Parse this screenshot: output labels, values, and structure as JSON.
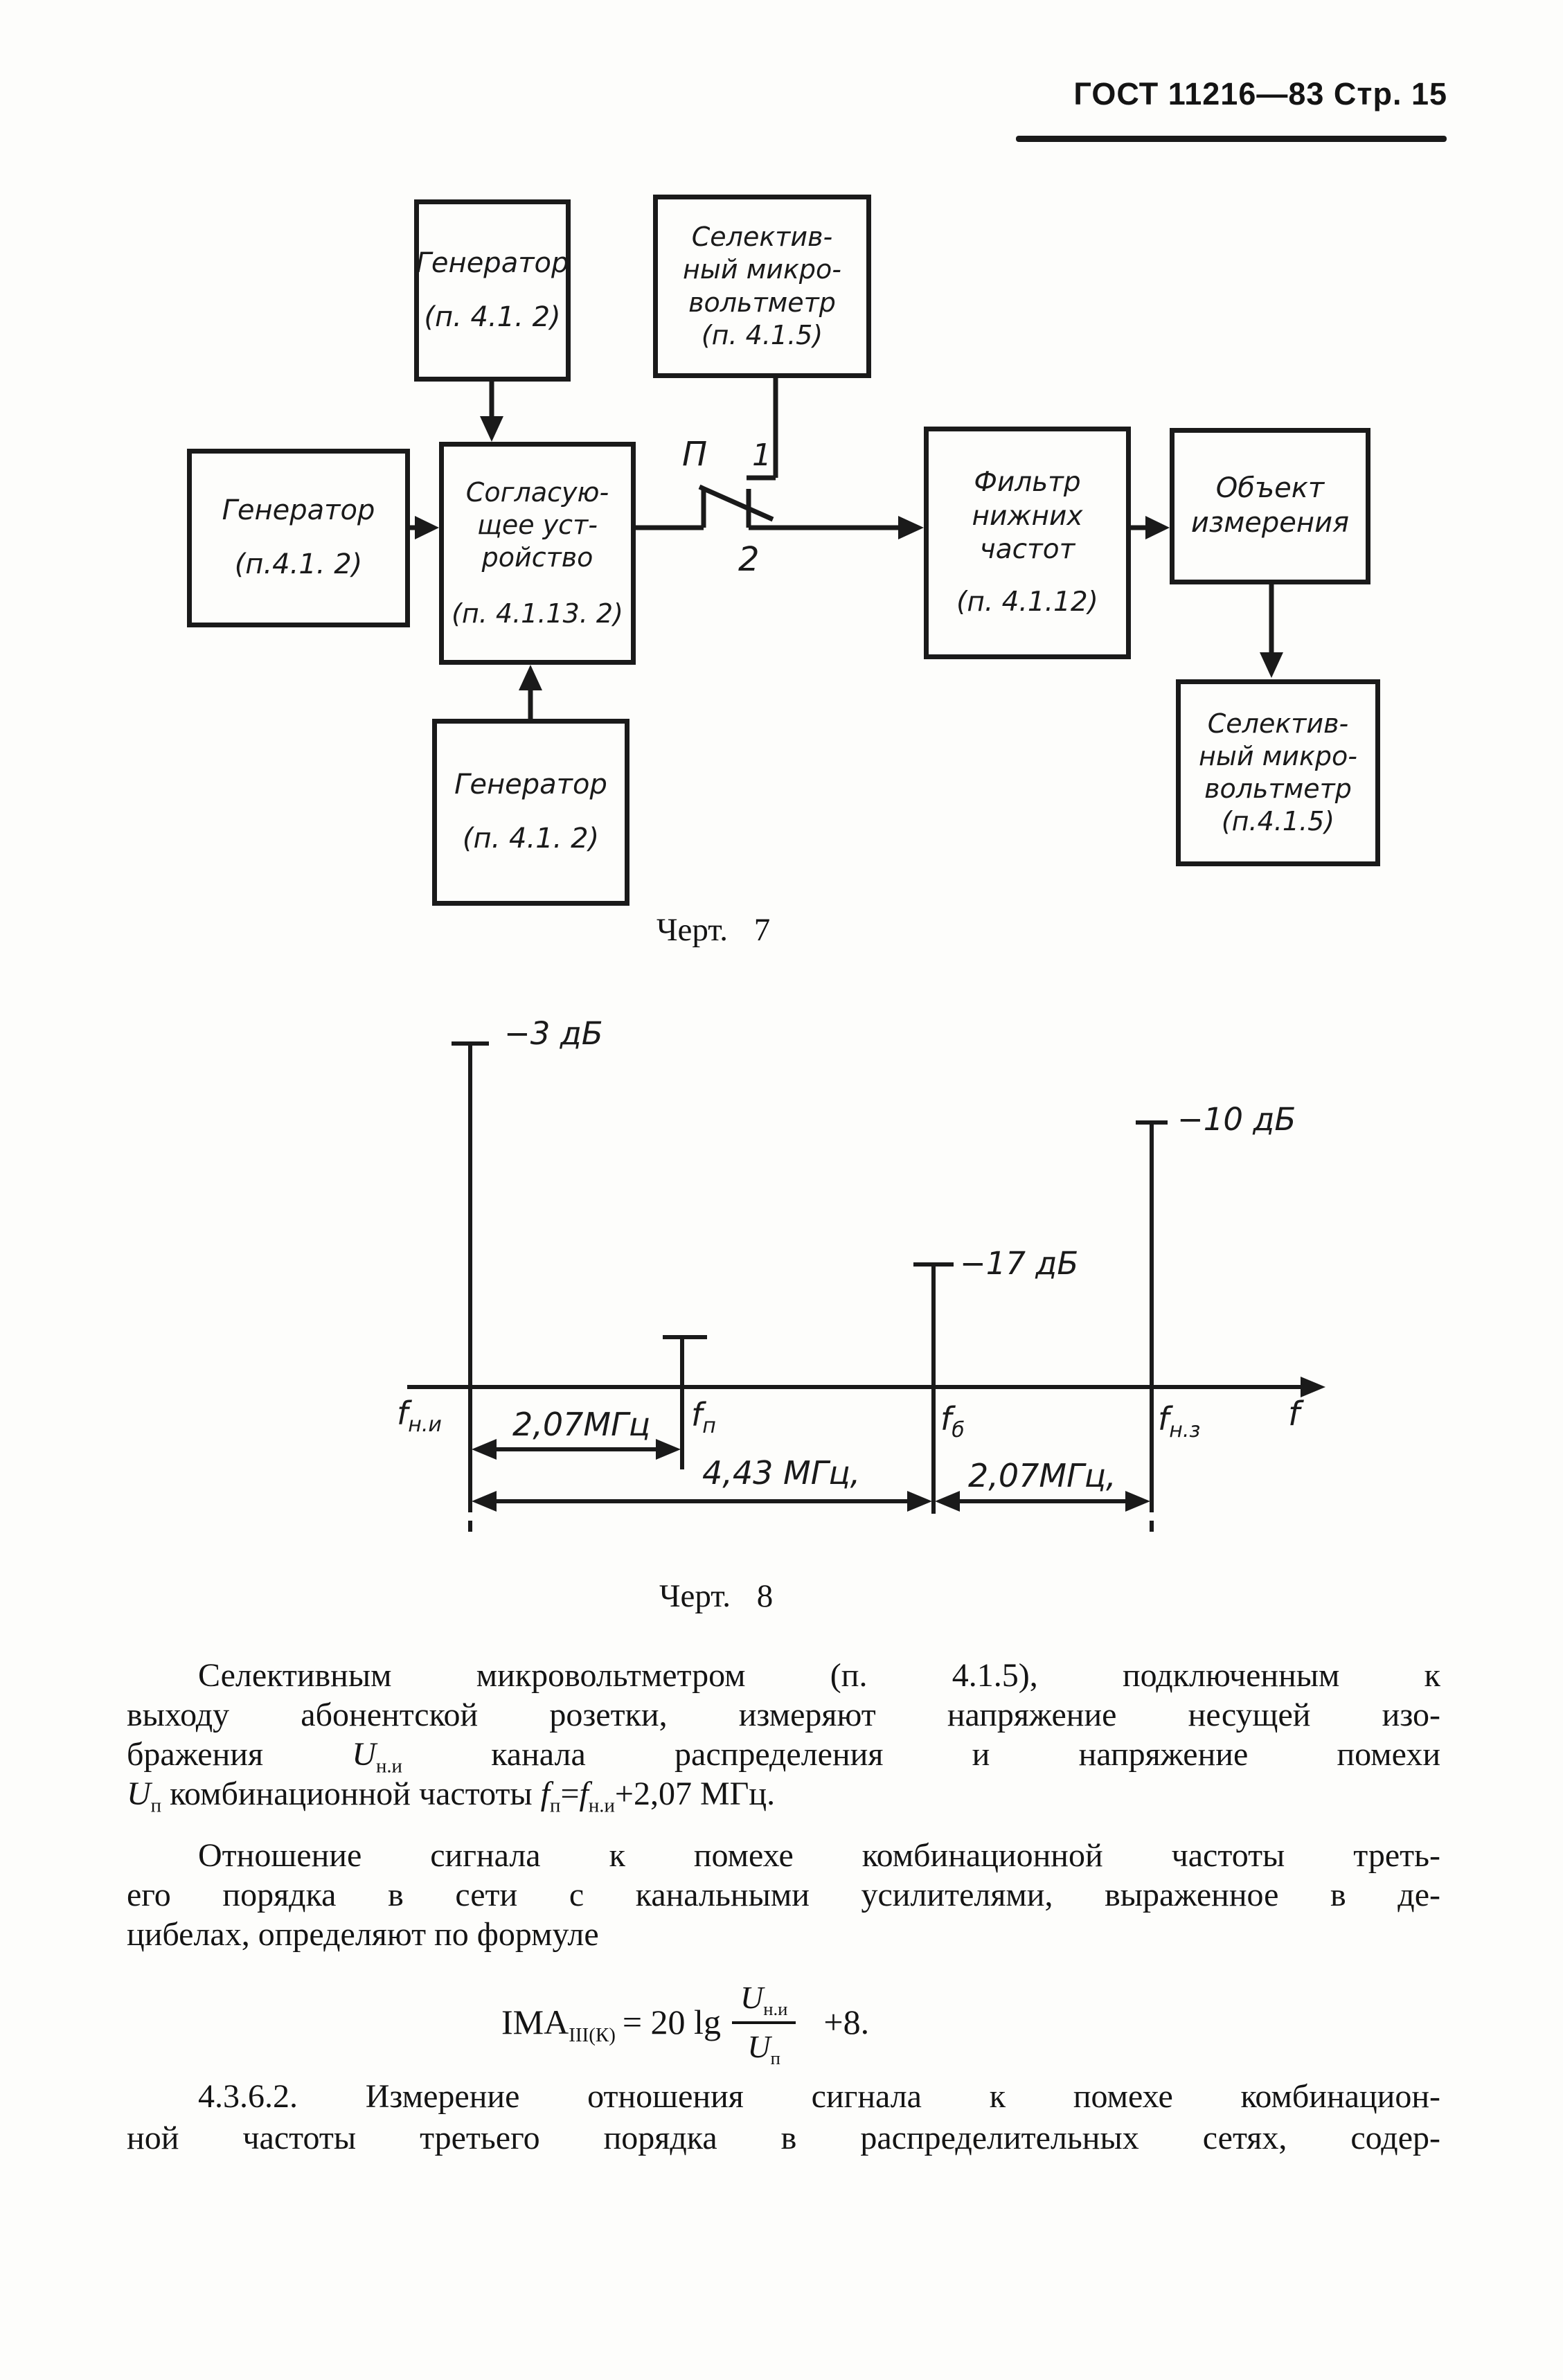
{
  "header": {
    "title": "ГОСТ 11216—83 Стр. 15"
  },
  "fig7": {
    "caption": "Черт. 7",
    "boxes": {
      "gen_top": {
        "lines": [
          "Генератор",
          "(п. 4.1. 2)"
        ]
      },
      "volt_top": {
        "lines": [
          "Селектив-",
          "ный микро-",
          "вольтметр",
          "(п. 4.1.5)"
        ]
      },
      "gen_left": {
        "lines": [
          "Генератор",
          "(п.4.1. 2)"
        ]
      },
      "soglas": {
        "lines": [
          "Согласую-",
          "щее уст-",
          "ройство",
          "(п. 4.1.13. 2)"
        ]
      },
      "filtr": {
        "lines": [
          "Фильтр",
          "нижних",
          "частот",
          "(п. 4.1.12)"
        ]
      },
      "objekt": {
        "lines": [
          "Объект",
          "измерения"
        ]
      },
      "volt_bot": {
        "lines": [
          "Селектив-",
          "ный микро-",
          "вольтметр",
          "(п.4.1.5)"
        ]
      },
      "gen_bot": {
        "lines": [
          "Генератор",
          "(п. 4.1. 2)"
        ]
      }
    },
    "switch": {
      "name": "П",
      "pos1": "1",
      "pos2": "2"
    }
  },
  "fig8": {
    "caption": "Черт. 8",
    "levels": {
      "carrier": "−3 дБ",
      "sound": "−17 дБ",
      "adjacent": "−10 дБ"
    },
    "freqs": {
      "f_ni": {
        "base": "f",
        "sub": "н.и"
      },
      "f_p": {
        "base": "f",
        "sub": "п"
      },
      "f_b": {
        "base": "f",
        "sub": "б"
      },
      "f_nz": {
        "base": "f",
        "sub": "н.з"
      },
      "axis": "f"
    },
    "spans": {
      "s1": "2,07МГц",
      "s2": "4,43 МГц,",
      "s3": "2,07МГц,"
    }
  },
  "chart_data": {
    "type": "bar",
    "title": "Черт. 8 — спектр сигналов на выходе абонентской розетки",
    "categories": [
      "fн.и",
      "fп",
      "fб",
      "fн.з"
    ],
    "values": [
      -3,
      null,
      -17,
      -10
    ],
    "x_MHz_from_fni": [
      0,
      2.07,
      4.43,
      6.5
    ],
    "span_annotations": [
      "2,07МГц (fн.и–fп)",
      "4,43 МГц (fн.и–fб)",
      "2,07МГц (fб–fн.з)"
    ],
    "xlabel": "f",
    "ylabel": "дБ",
    "grid": false,
    "legend": "none"
  },
  "body": {
    "p1": {
      "l1": "Селективным микровольтметром (п. 4.1.5), подключенным к",
      "l2": "выходу абонентской розетки, измеряют напряжение несущей изо-",
      "l3a": "бражения ",
      "l3b": "U",
      "l3c": "н.и",
      "l3d": " канала распределения и напряжение помехи",
      "l4a": "U",
      "l4b": "п",
      "l4c": " комбинационной частоты ",
      "l4d": "f",
      "l4e": "п",
      "l4f": "=",
      "l4g": "f",
      "l4h": "н.и",
      "l4i": "+2,07 МГц."
    },
    "p2": {
      "l1": "Отношение сигнала к помехе комбинационной частоты треть-",
      "l2": "его порядка в сети с канальными усилителями, выраженное в де-",
      "l3": "цибелах, определяют по формуле"
    },
    "formula": {
      "lhs": "IMA",
      "lhs_sub": "III(К)",
      "eq": "= 20 lg",
      "num": "U",
      "num_sub": "н.и",
      "den": "U",
      "den_sub": "п",
      "rhs": "+8."
    },
    "p3": {
      "l1": "4.3.6.2. Измерение отношения сигнала к помехе комбинацион-",
      "l2": "ной частоты третьего порядка в распределительных сетях, содер-"
    }
  }
}
